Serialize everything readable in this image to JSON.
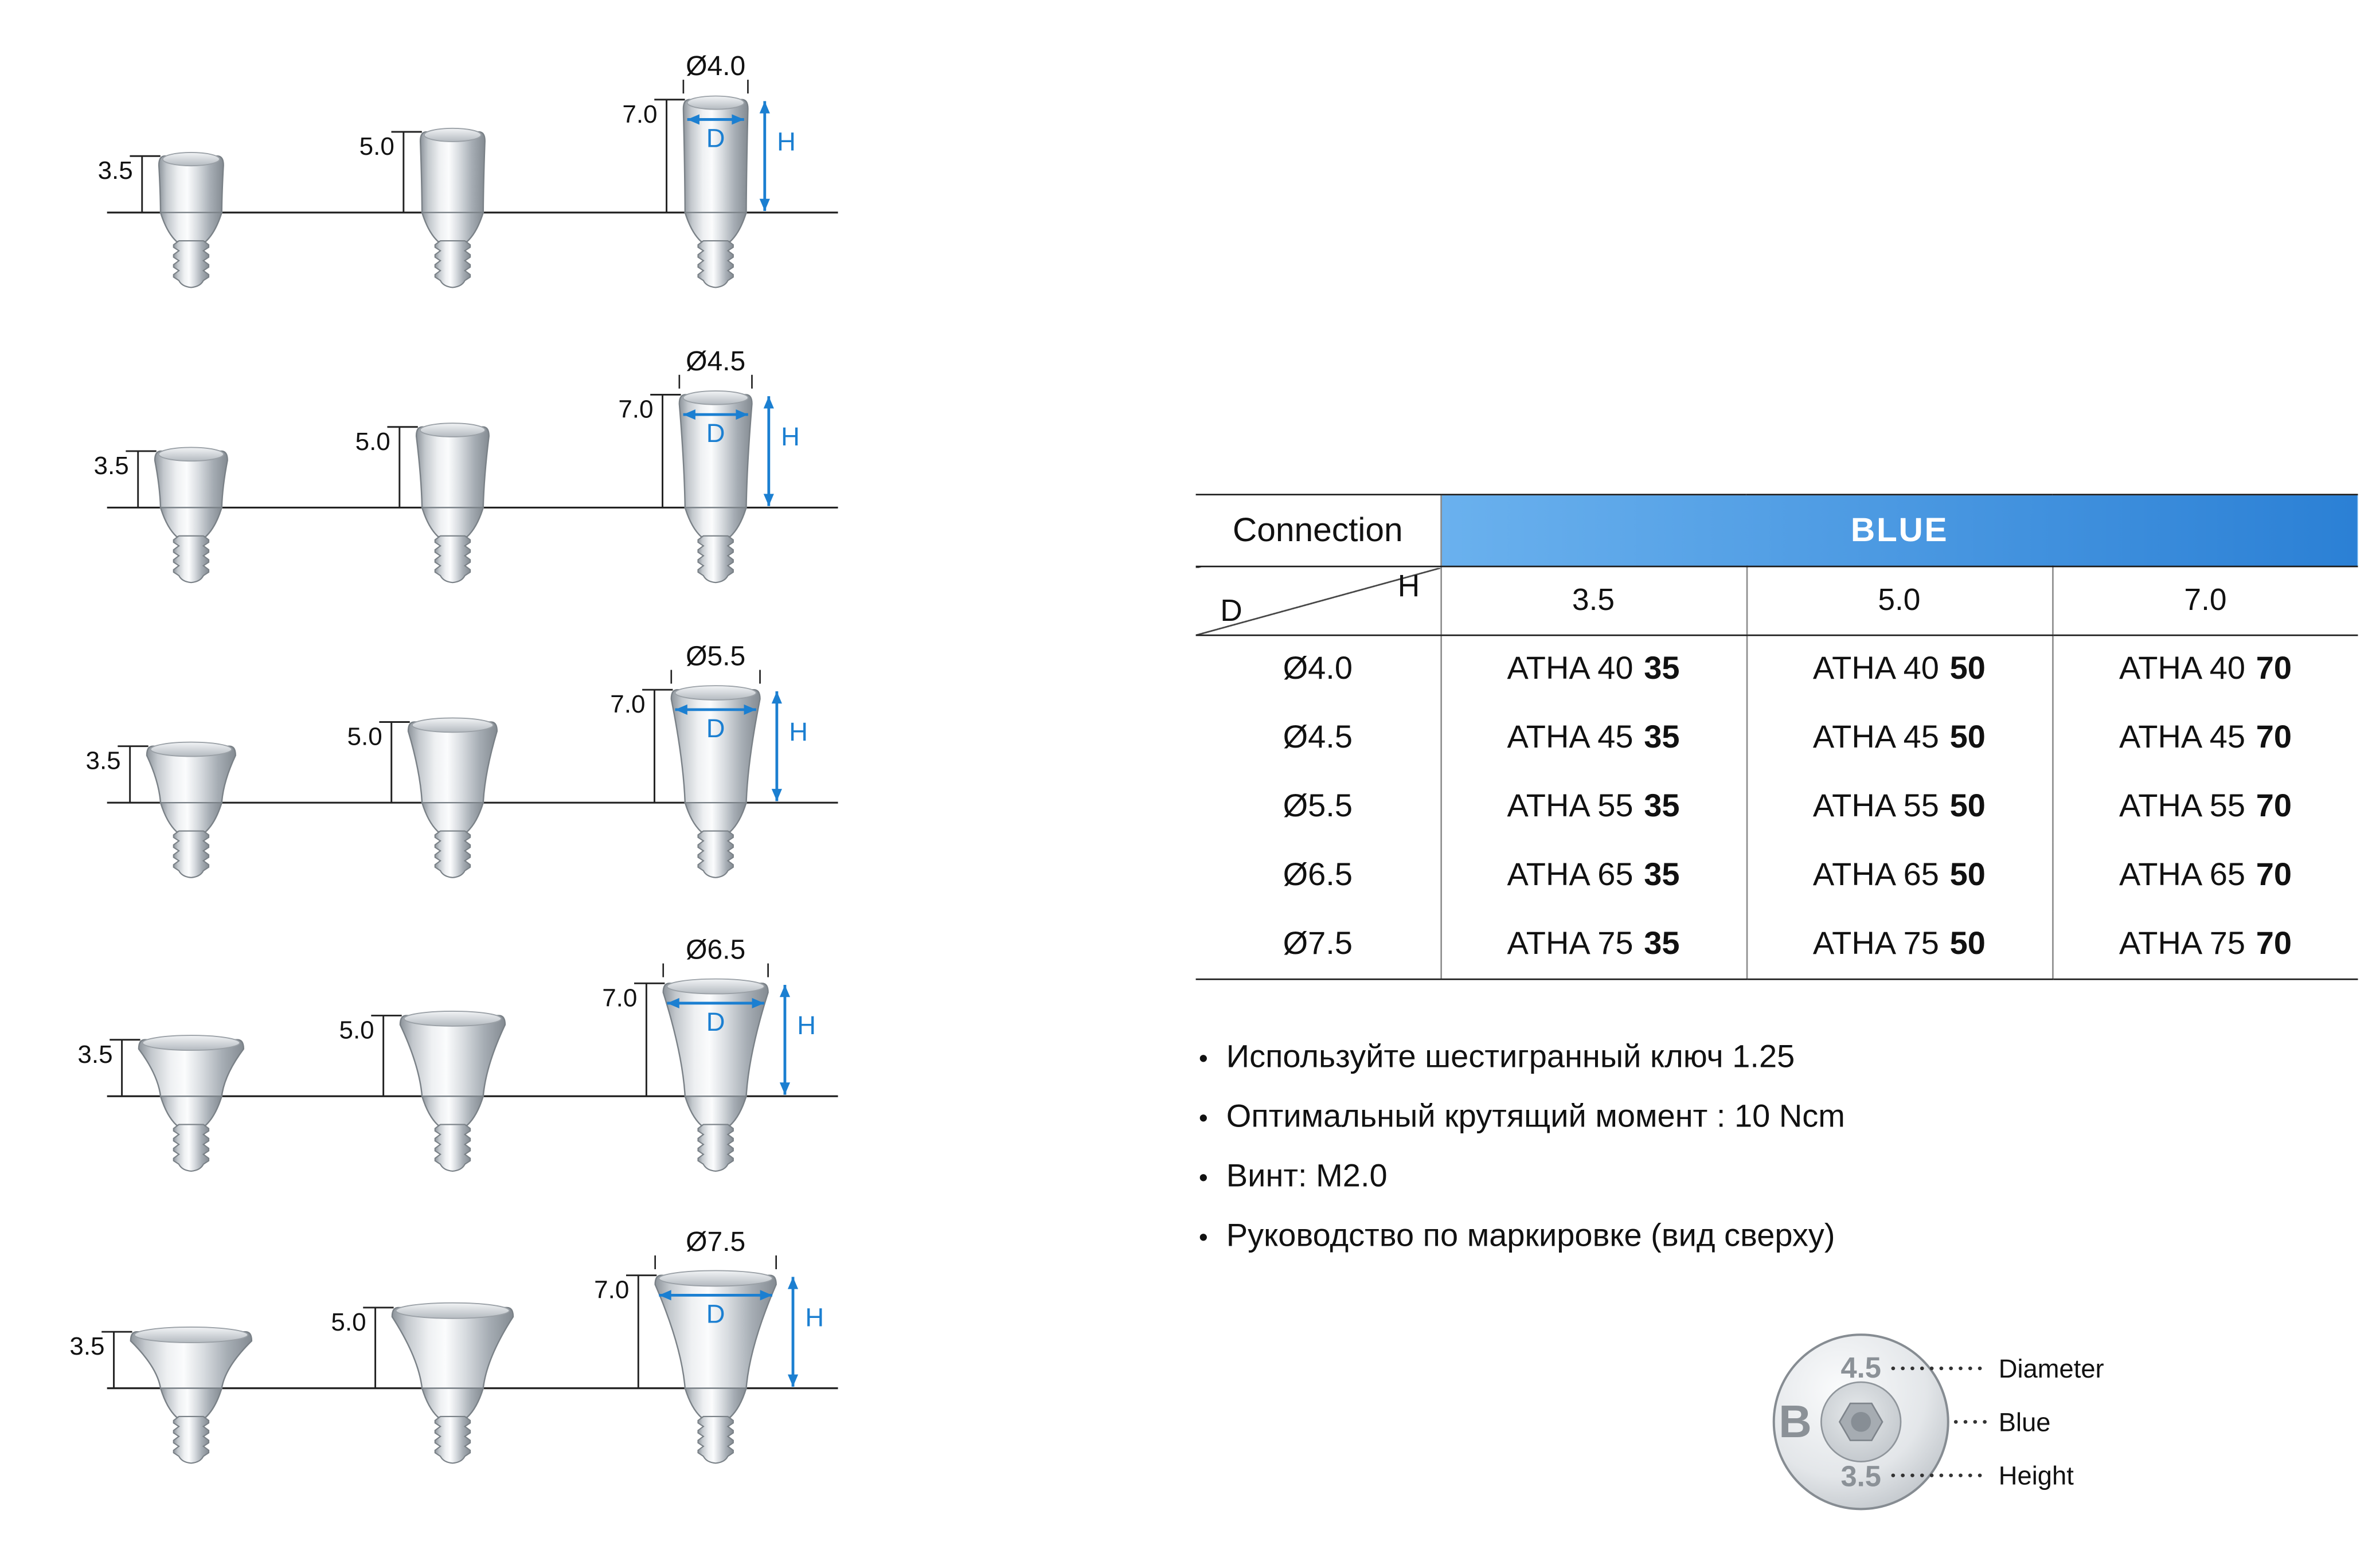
{
  "diagram": {
    "rows": [
      {
        "diameter_label": "Ø4.0",
        "diameter_mm": 4.0
      },
      {
        "diameter_label": "Ø4.5",
        "diameter_mm": 4.5
      },
      {
        "diameter_label": "Ø5.5",
        "diameter_mm": 5.5
      },
      {
        "diameter_label": "Ø6.5",
        "diameter_mm": 6.5
      },
      {
        "diameter_label": "Ø7.5",
        "diameter_mm": 7.5
      }
    ],
    "heights": [
      {
        "label": "3.5",
        "mm": 3.5
      },
      {
        "label": "5.0",
        "mm": 5.0
      },
      {
        "label": "7.0",
        "mm": 7.0
      }
    ],
    "d_arrow_label": "D",
    "h_arrow_label": "H",
    "accent_blue": "#1b7fd1"
  },
  "table": {
    "connection_label": "Connection",
    "blue_label": "BLUE",
    "corner_d": "D",
    "corner_h": "H",
    "height_columns": [
      "3.5",
      "5.0",
      "7.0"
    ],
    "header_gradient": {
      "from": "#6ab1ee",
      "to": "#2b80d5"
    },
    "rows": [
      {
        "diameter": "Ø4.0",
        "cells": [
          {
            "prefix": "ATHA 40",
            "bold": "35"
          },
          {
            "prefix": "ATHA 40",
            "bold": "50"
          },
          {
            "prefix": "ATHA 40",
            "bold": "70"
          }
        ]
      },
      {
        "diameter": "Ø4.5",
        "cells": [
          {
            "prefix": "ATHA 45",
            "bold": "35"
          },
          {
            "prefix": "ATHA 45",
            "bold": "50"
          },
          {
            "prefix": "ATHA 45",
            "bold": "70"
          }
        ]
      },
      {
        "diameter": "Ø5.5",
        "cells": [
          {
            "prefix": "ATHA 55",
            "bold": "35"
          },
          {
            "prefix": "ATHA 55",
            "bold": "50"
          },
          {
            "prefix": "ATHA 55",
            "bold": "70"
          }
        ]
      },
      {
        "diameter": "Ø6.5",
        "cells": [
          {
            "prefix": "ATHA 65",
            "bold": "35"
          },
          {
            "prefix": "ATHA 65",
            "bold": "50"
          },
          {
            "prefix": "ATHA 65",
            "bold": "70"
          }
        ]
      },
      {
        "diameter": "Ø7.5",
        "cells": [
          {
            "prefix": "ATHA 75",
            "bold": "35"
          },
          {
            "prefix": "ATHA 75",
            "bold": "50"
          },
          {
            "prefix": "ATHA 75",
            "bold": "70"
          }
        ]
      }
    ]
  },
  "notes": {
    "bullet": "•",
    "items": [
      "Используйте шестигранный ключ 1.25",
      "Оптимальный крутящий момент : 10 Ncm",
      "Винт: M2.0",
      "Руководство по маркировке (вид сверху)"
    ]
  },
  "marking_legend": {
    "top_marking": "4.5",
    "left_marking": "B",
    "bottom_marking": "3.5",
    "labels": [
      "Diameter",
      "Blue",
      "Height"
    ]
  }
}
